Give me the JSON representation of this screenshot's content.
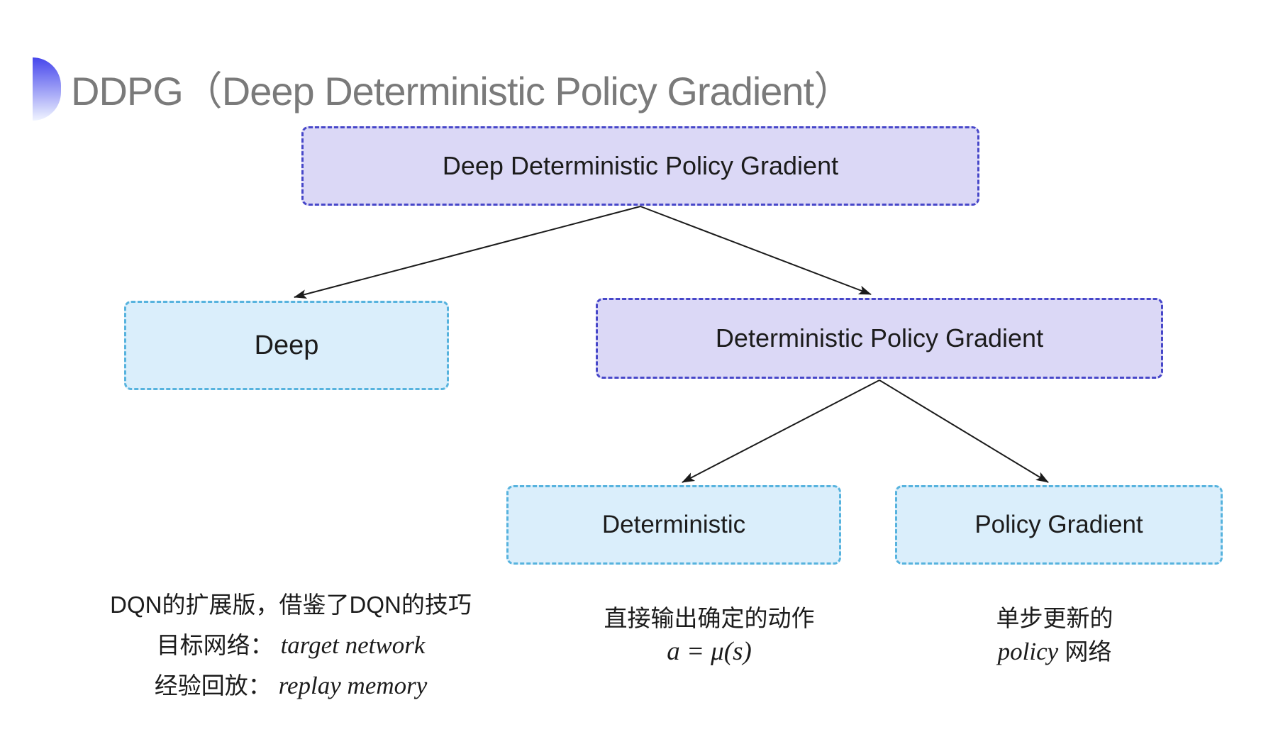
{
  "title": {
    "text": "DDPG（Deep Deterministic Policy Gradient）",
    "icon": "half-circle-gradient"
  },
  "colors": {
    "purple_fill": "#dbd8f6",
    "purple_border": "#4747c9",
    "cyan_fill": "#daeefb",
    "cyan_border": "#57b3de",
    "arrow": "#1b1b1b",
    "title_gray": "#7a7a7a",
    "text_black": "#1c1c1c",
    "icon_blue_top": "#4646ec",
    "icon_blue_bottom": "#f0f4ff"
  },
  "diagram": {
    "nodes": [
      {
        "id": "ddpg",
        "label": "Deep Deterministic Policy Gradient",
        "variant": "purple"
      },
      {
        "id": "deep",
        "label": "Deep",
        "variant": "cyan"
      },
      {
        "id": "dpg",
        "label": "Deterministic Policy Gradient",
        "variant": "purple"
      },
      {
        "id": "deterministic",
        "label": "Deterministic",
        "variant": "cyan"
      },
      {
        "id": "policy_gradient",
        "label": "Policy Gradient",
        "variant": "cyan"
      }
    ],
    "edges": [
      {
        "from": "ddpg",
        "to": "deep"
      },
      {
        "from": "ddpg",
        "to": "dpg"
      },
      {
        "from": "dpg",
        "to": "deterministic"
      },
      {
        "from": "dpg",
        "to": "policy_gradient"
      }
    ]
  },
  "notes": {
    "deep": {
      "line1": "DQN的扩展版，借鉴了DQN的技巧",
      "line2_label": "目标网络：",
      "line2_term": "target network",
      "line3_label": "经验回放：",
      "line3_term": "replay memory"
    },
    "deterministic": {
      "line1": "直接输出确定的动作",
      "formula": "a = μ(s)"
    },
    "policy_gradient": {
      "line1": "单步更新的",
      "term": "policy",
      "suffix": " 网络"
    }
  }
}
